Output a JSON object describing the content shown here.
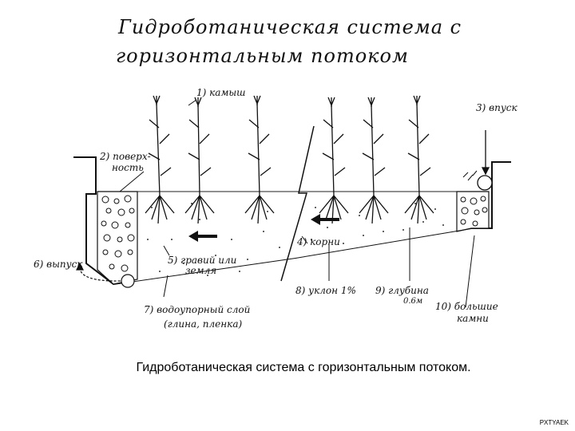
{
  "title": {
    "line1": "Гидроботаническая система с",
    "line2": "горизонтальным потоком"
  },
  "labels": {
    "l1": "1) камыш",
    "l2a": "2) поверх-",
    "l2b": "ность",
    "l3": "3) впуск",
    "l4": "4) корни",
    "l5a": "5) гравий или",
    "l5b": "земля",
    "l6": "6) выпуск",
    "l7a": "7) водоупорный слой",
    "l7b": "(глина, пленка)",
    "l8": "8) уклон 1%",
    "l9a": "9) глубина",
    "l9b": "0.6м",
    "l10a": "10) большие",
    "l10b": "камни"
  },
  "caption": "Гидроботаническая система с горизонтальным потоком.",
  "watermark": "PXTYAEK"
}
